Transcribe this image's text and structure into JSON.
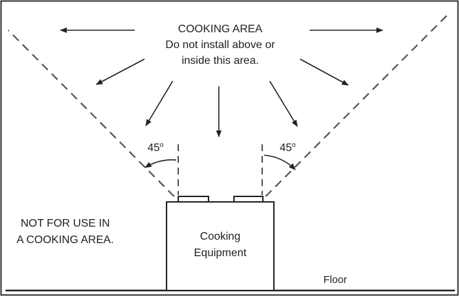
{
  "cooking_area": {
    "title": "COOKING AREA",
    "line1": "Do not install above or",
    "line2": "inside this area."
  },
  "angles": {
    "left": {
      "value": "45",
      "unit": "o"
    },
    "right": {
      "value": "45",
      "unit": "o"
    }
  },
  "warning": {
    "line1": "NOT FOR USE IN",
    "line2": "A COOKING AREA."
  },
  "equipment": {
    "line1": "Cooking",
    "line2": "Equipment"
  },
  "floor_label": "Floor",
  "colors": {
    "stroke": "#222222",
    "background": "#ffffff"
  }
}
